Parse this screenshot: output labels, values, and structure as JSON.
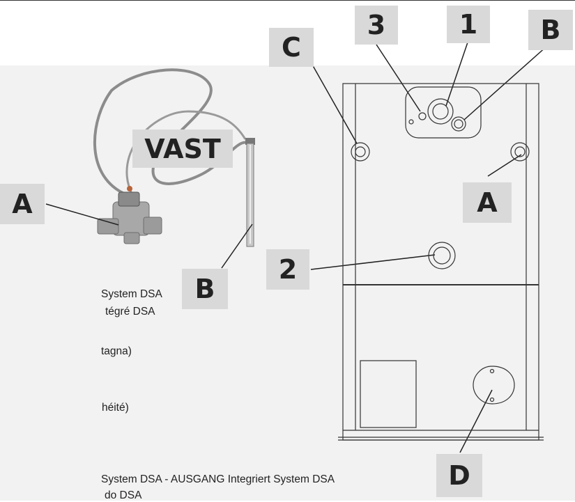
{
  "labels": {
    "vast": "VAST",
    "a_left": "A",
    "b_left": "B",
    "c_top": "C",
    "n3": "3",
    "n1": "1",
    "b_top": "B",
    "a_right": "A",
    "n2": "2",
    "d": "D"
  },
  "text_lines": [
    "System DSA",
    "tégré DSA",
    "tagna)",
    "héité)",
    "System DSA - AUSGANG Integriert System DSA",
    "do DSA"
  ],
  "colors": {
    "panel": "#f2f2f2",
    "label_bg": "#d9d9d9",
    "line": "#222222"
  }
}
